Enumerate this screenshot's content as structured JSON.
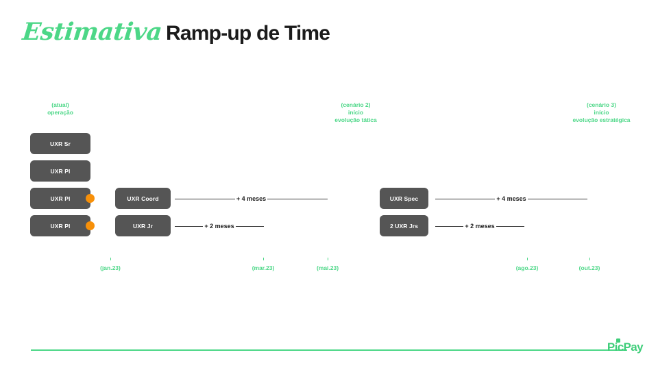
{
  "title": {
    "script_part": "Estimativa",
    "bold_part": "Ramp-up de Time"
  },
  "colors": {
    "accent_green": "#4CD787",
    "box_gray": "#555555",
    "dot_orange": "#F79009",
    "line_dark": "#3a3a3a",
    "brand_green": "#3FCE7A"
  },
  "columns": [
    {
      "heading": "(atual)\noperação"
    },
    {
      "heading": "(cenário 2)\ninício\nevolução tática"
    },
    {
      "heading": "(cenário 3)\ninício\nevolução estratégica"
    }
  ],
  "current_team": [
    {
      "label": "UXR Sr",
      "has_dot": false
    },
    {
      "label": "UXR Pl",
      "has_dot": false
    },
    {
      "label": "UXR Pl",
      "has_dot": true
    },
    {
      "label": "UXR Pl",
      "has_dot": true
    }
  ],
  "scenario2": [
    {
      "label": "UXR Coord",
      "duration": "+ 4 meses"
    },
    {
      "label": "UXR Jr",
      "duration": "+ 2 meses"
    }
  ],
  "scenario3": [
    {
      "label": "UXR Spec",
      "duration": "+ 4 meses"
    },
    {
      "label": "2 UXR Jrs",
      "duration": "+ 2 meses"
    }
  ],
  "timeline": [
    {
      "label": "(jan.23)"
    },
    {
      "label": "(mar.23)"
    },
    {
      "label": "(mai.23)"
    },
    {
      "label": "(ago.23)"
    },
    {
      "label": "(out.23)"
    }
  ],
  "footer": {
    "brand": "PicPay"
  }
}
